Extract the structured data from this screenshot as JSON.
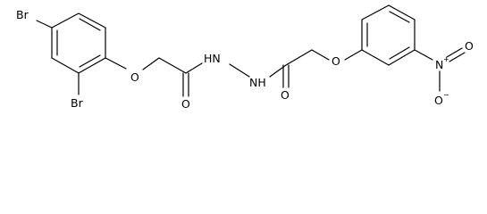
{
  "atoms": {
    "br_top": "Br",
    "br_bottom": "Br",
    "o_ether_left": "O",
    "o_carbonyl_left": "O",
    "nh_upper": "HN",
    "nh_lower": "NH",
    "o_carbonyl_right": "O",
    "o_ether_right": "O",
    "n_nitro": "N",
    "n_nitro_charge": "+",
    "o_nitro_top": "O",
    "o_nitro_bottom": "O",
    "o_nitro_charge": "−"
  }
}
